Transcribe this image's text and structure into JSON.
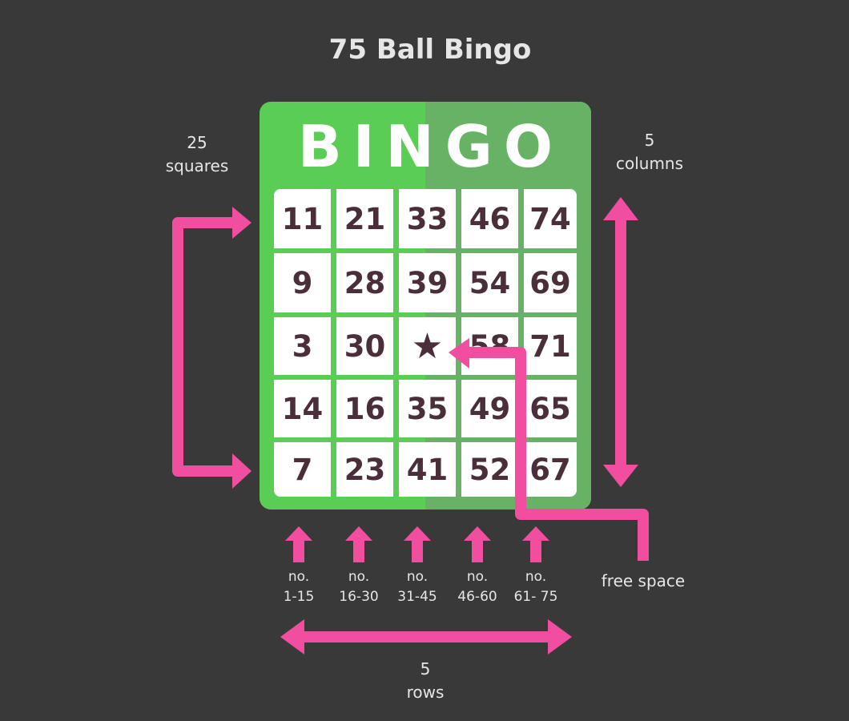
{
  "title": "75 Ball Bingo",
  "card": {
    "header": "BINGO",
    "rows": [
      [
        "11",
        "21",
        "33",
        "46",
        "74"
      ],
      [
        "9",
        "28",
        "39",
        "54",
        "69"
      ],
      [
        "3",
        "30",
        "★",
        "58",
        "71"
      ],
      [
        "14",
        "16",
        "35",
        "49",
        "65"
      ],
      [
        "7",
        "23",
        "41",
        "52",
        "67"
      ]
    ],
    "free_space_icon": "star-icon",
    "colors": {
      "green": "#5acd55",
      "green_dark": "#67b265",
      "number": "#4a2e3a",
      "arrow": "#f24ea0"
    }
  },
  "labels": {
    "squares": [
      "25",
      "squares"
    ],
    "columns": [
      "5",
      "columns"
    ],
    "free_space": "free space",
    "rows": [
      "5",
      "rows"
    ]
  },
  "ranges": [
    [
      "no.",
      "1-15"
    ],
    [
      "no.",
      "16-30"
    ],
    [
      "no.",
      "31-45"
    ],
    [
      "no.",
      "46-60"
    ],
    [
      "no.",
      "61- 75"
    ]
  ]
}
